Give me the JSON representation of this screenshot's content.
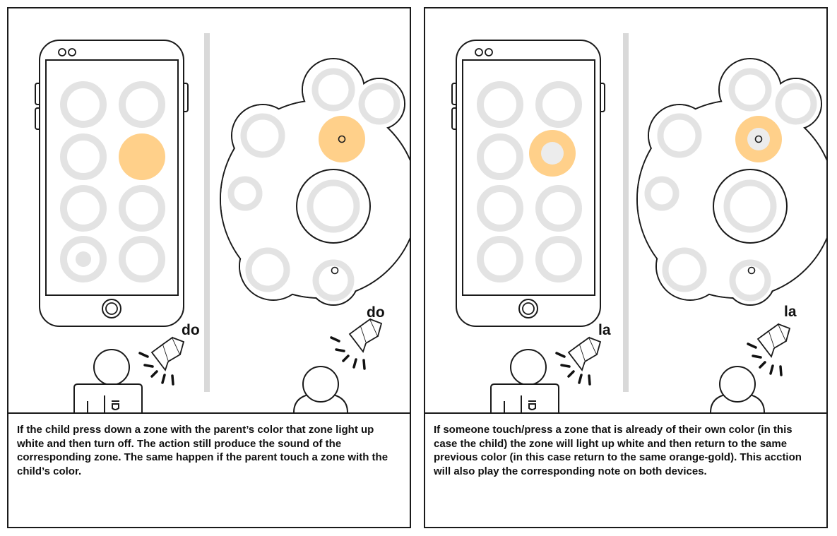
{
  "colors": {
    "zone_ring": "#e3e3e3",
    "child_color": "#ffd08a",
    "white_flash": "#ececec",
    "outline": "#1a1a1a",
    "divider": "#d9d9d9"
  },
  "panels": [
    {
      "phone_note": "do",
      "parent_note": "do",
      "caption": "If the child press down a zone with the parent’s color that zone light up white and then turn off. The action still produce the sound of the corresponding zone. The same happen if the parent touch a zone with the child’s color."
    },
    {
      "phone_note": "la",
      "parent_note": "la",
      "caption": "If someone touch/press a zone that is already of their own color (in this case the child) the zone will light up white and then return to the same previous color (in this case return to the same orange-gold). This acction will also play the corresponding note on both devices."
    }
  ]
}
